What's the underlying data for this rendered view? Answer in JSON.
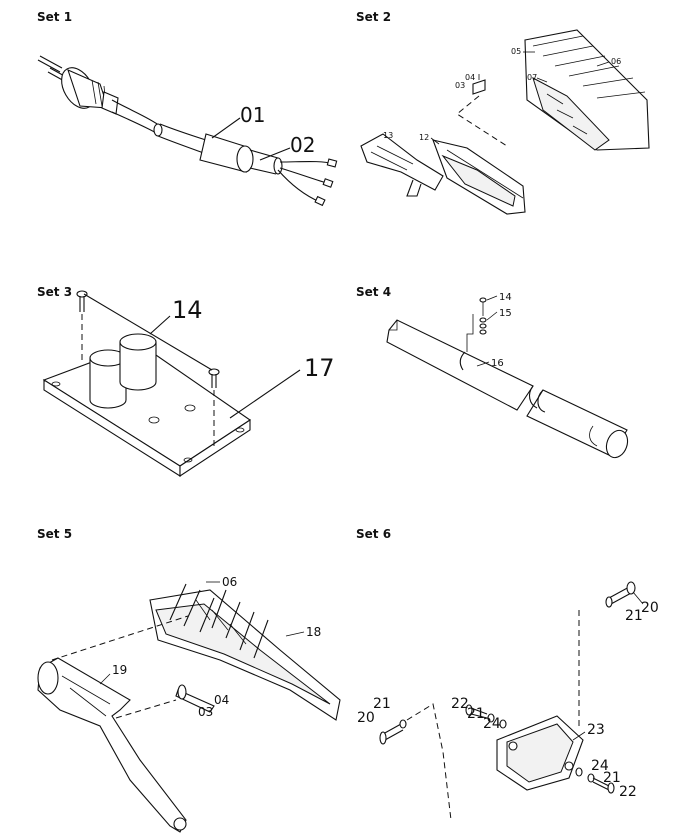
{
  "sets": [
    {
      "label": "Set 1",
      "callouts": [
        "01",
        "02"
      ]
    },
    {
      "label": "Set 2",
      "callouts": [
        "05",
        "06",
        "04",
        "03",
        "07",
        "13",
        "12"
      ]
    },
    {
      "label": "Set 3",
      "callouts": [
        "14",
        "17"
      ]
    },
    {
      "label": "Set 4",
      "callouts": [
        "14",
        "15",
        "16"
      ]
    },
    {
      "label": "Set 5",
      "callouts": [
        "06",
        "18",
        "19",
        "04",
        "03"
      ]
    },
    {
      "label": "Set 6",
      "callouts": [
        "20",
        "21",
        "21",
        "20",
        "22",
        "21",
        "24",
        "23",
        "24",
        "21",
        "22"
      ]
    }
  ]
}
